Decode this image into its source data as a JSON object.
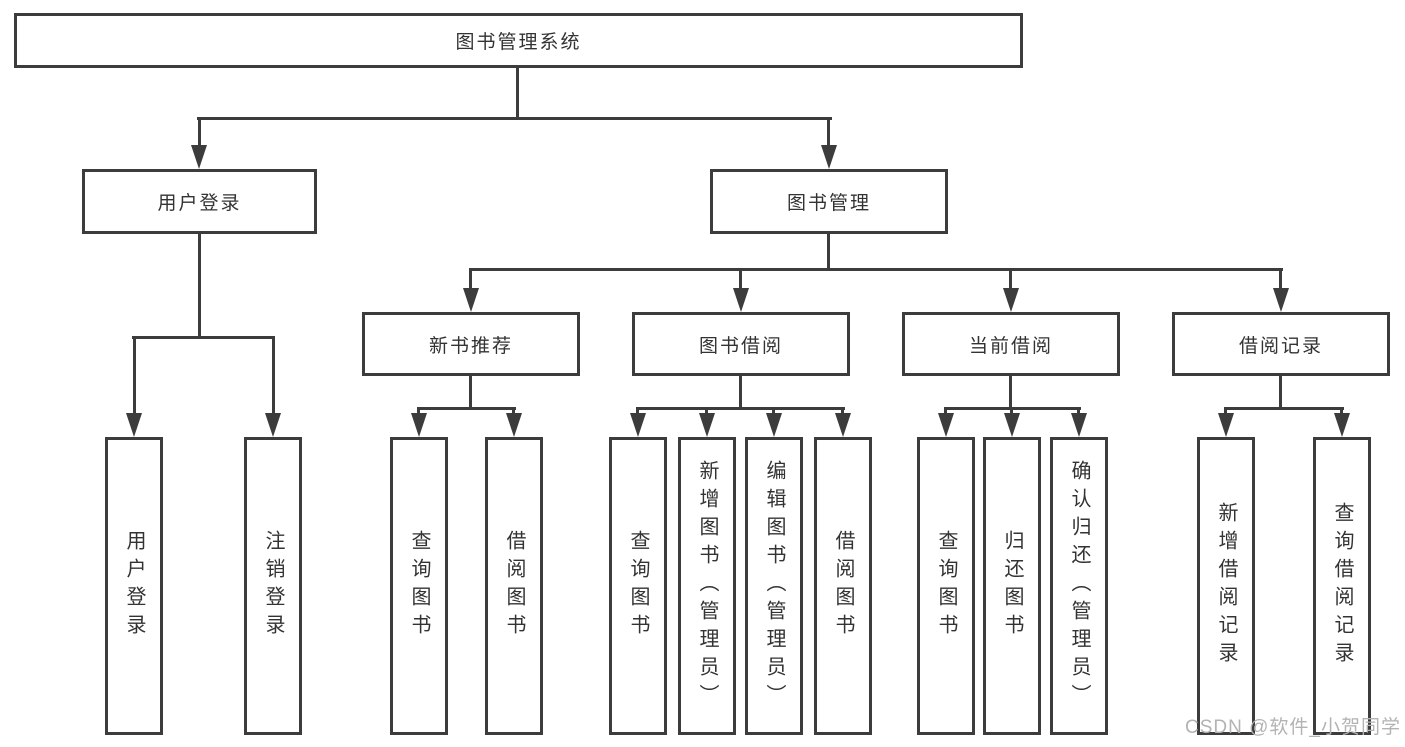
{
  "tree": {
    "label": "图书管理系统",
    "children": [
      {
        "label": "用户登录",
        "children": [
          {
            "label": "用户登录"
          },
          {
            "label": "注销登录"
          }
        ]
      },
      {
        "label": "图书管理",
        "children": [
          {
            "label": "新书推荐",
            "children": [
              {
                "label": "查询图书"
              },
              {
                "label": "借阅图书"
              }
            ]
          },
          {
            "label": "图书借阅",
            "children": [
              {
                "label": "查询图书"
              },
              {
                "label": "新增图书（管理员）"
              },
              {
                "label": "编辑图书（管理员）"
              },
              {
                "label": "借阅图书"
              }
            ]
          },
          {
            "label": "当前借阅",
            "children": [
              {
                "label": "查询图书"
              },
              {
                "label": "归还图书"
              },
              {
                "label": "确认归还（管理员）"
              }
            ]
          },
          {
            "label": "借阅记录",
            "children": [
              {
                "label": "新增借阅记录"
              },
              {
                "label": "查询借阅记录"
              }
            ]
          }
        ]
      }
    ]
  },
  "watermark": "CSDN @软件_小贺同学",
  "colors": {
    "line": "#3c3c3c",
    "text": "#333333",
    "watermark": "#b3b3b3",
    "background": "#ffffff"
  }
}
